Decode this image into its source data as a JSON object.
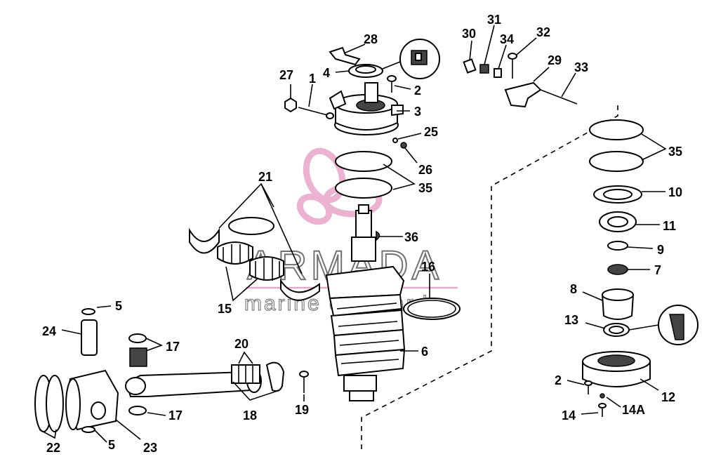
{
  "watermark": {
    "title": "ARMADA",
    "subtitle": "marine outboards",
    "logo_color": "#e8a6c8",
    "rule_color": "#e49ac0",
    "icon": "propeller-logo-icon"
  },
  "callouts": [
    {
      "id": "c28",
      "text": "28"
    },
    {
      "id": "c4",
      "text": "4"
    },
    {
      "id": "c27",
      "text": "27"
    },
    {
      "id": "c1",
      "text": "1"
    },
    {
      "id": "c2a",
      "text": "2"
    },
    {
      "id": "c3",
      "text": "3"
    },
    {
      "id": "c25",
      "text": "25"
    },
    {
      "id": "c26",
      "text": "26"
    },
    {
      "id": "c35a",
      "text": "35"
    },
    {
      "id": "c36",
      "text": "36"
    },
    {
      "id": "c21",
      "text": "21"
    },
    {
      "id": "c15",
      "text": "15"
    },
    {
      "id": "c16",
      "text": "16"
    },
    {
      "id": "c6",
      "text": "6"
    },
    {
      "id": "c30",
      "text": "30"
    },
    {
      "id": "c31",
      "text": "31"
    },
    {
      "id": "c34",
      "text": "34"
    },
    {
      "id": "c32",
      "text": "32"
    },
    {
      "id": "c29",
      "text": "29"
    },
    {
      "id": "c33",
      "text": "33"
    },
    {
      "id": "c35b",
      "text": "35"
    },
    {
      "id": "c10",
      "text": "10"
    },
    {
      "id": "c11",
      "text": "11"
    },
    {
      "id": "c9",
      "text": "9"
    },
    {
      "id": "c7",
      "text": "7"
    },
    {
      "id": "c8",
      "text": "8"
    },
    {
      "id": "c13",
      "text": "13"
    },
    {
      "id": "c2b",
      "text": "2"
    },
    {
      "id": "c12",
      "text": "12"
    },
    {
      "id": "c14",
      "text": "14"
    },
    {
      "id": "c14a",
      "text": "14A"
    },
    {
      "id": "c5a",
      "text": "5"
    },
    {
      "id": "c24",
      "text": "24"
    },
    {
      "id": "c17a",
      "text": "17"
    },
    {
      "id": "c20",
      "text": "20"
    },
    {
      "id": "c17b",
      "text": "17"
    },
    {
      "id": "c18",
      "text": "18"
    },
    {
      "id": "c19",
      "text": "19"
    },
    {
      "id": "c22",
      "text": "22"
    },
    {
      "id": "c5b",
      "text": "5"
    },
    {
      "id": "c23",
      "text": "23"
    }
  ],
  "insets": [
    {
      "name": "sealant-inset-icon",
      "position": "upper-center"
    },
    {
      "name": "sealant-inset-icon",
      "position": "lower-right"
    }
  ]
}
